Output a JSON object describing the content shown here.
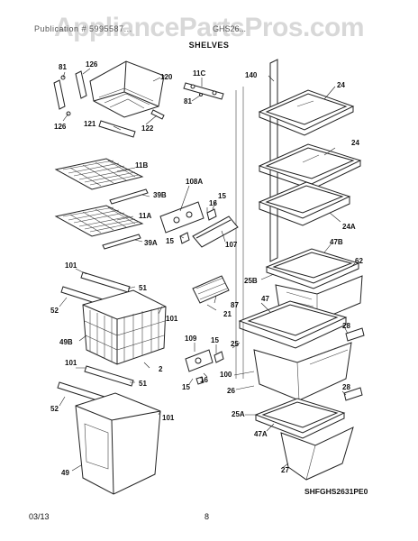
{
  "header": {
    "watermark": "AppliancePartsPros.com",
    "subtitle": "Publication # 5995587...",
    "model": "GHS26...",
    "section_title": "SHELVES"
  },
  "diagram_code": "SHFGHS2631PE0",
  "callouts": {
    "c81": "81",
    "c126a": "126",
    "c120": "120",
    "c126b": "126",
    "c121": "121",
    "c122": "122",
    "c11C": "11C",
    "c81b": "81",
    "c140": "140",
    "c24a": "24",
    "c24b": "24",
    "c24A": "24A",
    "c11B": "11B",
    "c39B": "39B",
    "c11A": "11A",
    "c39A": "39A",
    "c108A": "108A",
    "c15a": "15",
    "c16a": "16",
    "c15b": "15",
    "c107": "107",
    "c47B": "47B",
    "c62": "62",
    "c25B": "25B",
    "c101a": "101",
    "c51a": "51",
    "c52a": "52",
    "c101b": "101",
    "c87": "87",
    "c21": "21",
    "c49B": "49B",
    "c47": "47",
    "c28a": "28",
    "c109": "109",
    "c15c": "15",
    "c25": "25",
    "c2": "2",
    "c100": "100",
    "c101c": "101",
    "c51b": "51",
    "c15d": "15",
    "c16b": "16",
    "c26": "26",
    "c28b": "28",
    "c52b": "52",
    "c101d": "101",
    "c25A": "25A",
    "c47A": "47A",
    "c49": "49",
    "c27": "27"
  },
  "footer": {
    "date": "03/13",
    "page": "8"
  }
}
